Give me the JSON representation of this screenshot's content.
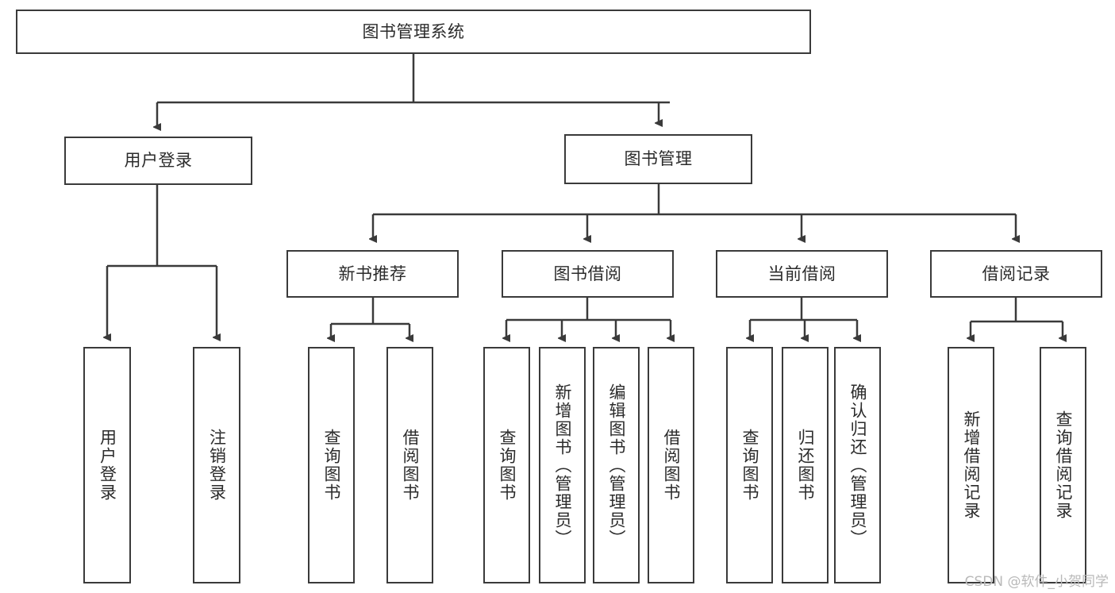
{
  "diagram": {
    "title": "图书管理系统",
    "type": "tree",
    "root": {
      "id": "root",
      "label": "图书管理系统"
    },
    "levels": [
      {
        "level": 1,
        "nodes": [
          {
            "id": "user-login",
            "label": "用户登录",
            "parent": "root"
          },
          {
            "id": "book-manage",
            "label": "图书管理",
            "parent": "root"
          }
        ]
      },
      {
        "level": 2,
        "nodes": [
          {
            "id": "new-book-rec",
            "label": "新书推荐",
            "parent": "book-manage"
          },
          {
            "id": "book-borrow",
            "label": "图书借阅",
            "parent": "book-manage"
          },
          {
            "id": "current-borrow",
            "label": "当前借阅",
            "parent": "book-manage"
          },
          {
            "id": "borrow-record",
            "label": "借阅记录",
            "parent": "book-manage"
          }
        ]
      },
      {
        "level": 3,
        "nodes": [
          {
            "id": "leaf-user-login",
            "label": "用户登录",
            "parent": "user-login"
          },
          {
            "id": "leaf-logout",
            "label": "注销登录",
            "parent": "user-login"
          },
          {
            "id": "leaf-query-book-1",
            "label": "查询图书",
            "parent": "new-book-rec"
          },
          {
            "id": "leaf-borrow-book-1",
            "label": "借阅图书",
            "parent": "new-book-rec"
          },
          {
            "id": "leaf-query-book-2",
            "label": "查询图书",
            "parent": "book-borrow"
          },
          {
            "id": "leaf-add-book",
            "label": "新增图书（管理员）",
            "parent": "book-borrow"
          },
          {
            "id": "leaf-edit-book",
            "label": "编辑图书（管理员）",
            "parent": "book-borrow"
          },
          {
            "id": "leaf-borrow-book-2",
            "label": "借阅图书",
            "parent": "book-borrow"
          },
          {
            "id": "leaf-query-book-3",
            "label": "查询图书",
            "parent": "current-borrow"
          },
          {
            "id": "leaf-return-book",
            "label": "归还图书",
            "parent": "current-borrow"
          },
          {
            "id": "leaf-confirm-return",
            "label": "确认归还（管理员）",
            "parent": "current-borrow"
          },
          {
            "id": "leaf-add-record",
            "label": "新增借阅记录",
            "parent": "borrow-record"
          },
          {
            "id": "leaf-query-record",
            "label": "查询借阅记录",
            "parent": "borrow-record"
          }
        ]
      }
    ]
  },
  "watermark": {
    "text": "CSDN @软件_小贺同学"
  },
  "colors": {
    "stroke": "#3a3a3a",
    "text": "#2b2b2b",
    "background": "#ffffff",
    "watermark": "#b9b9b9"
  }
}
